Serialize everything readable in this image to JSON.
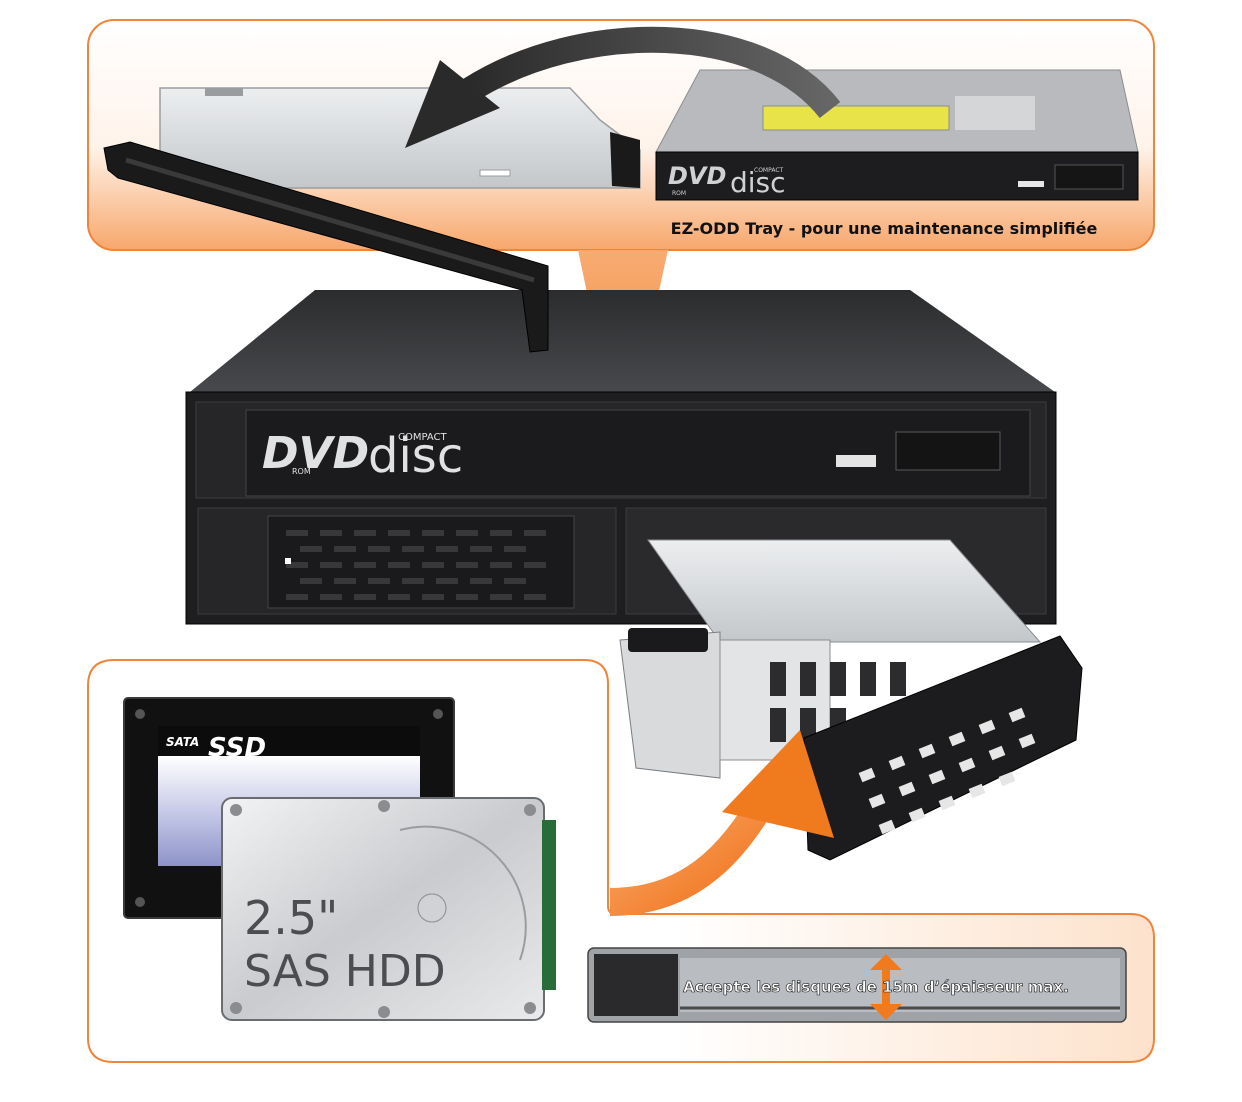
{
  "captions": {
    "odd_tray": "EZ-ODD Tray - pour une maintenance simplifiée",
    "thickness": "Accepte les disques de 15m d’épaisseur max."
  },
  "front_panel": {
    "dvd_logo": "DVD",
    "rom_label": "ROM",
    "compact_label": "COMPACT",
    "disc_label": "disc"
  },
  "odd_drive": {
    "dvd_logo": "DVD",
    "rom_label": "ROM",
    "compact_label": "COMPACT",
    "disc_label": "disc"
  },
  "ssd": {
    "interface_label": "SATA",
    "type_label": "SSD"
  },
  "hdd": {
    "size_label": "2.5\"",
    "type_label": "SAS HDD"
  },
  "colors": {
    "frame_orange": "#f0843a",
    "arrow_orange": "#f07a1e",
    "enclosure_dark": "#1e1e20",
    "metal_light": "#d9dbdd"
  },
  "icons": {
    "move_arrow": "curved-arrow-icon",
    "thickness_arrow": "double-arrow-icon"
  }
}
